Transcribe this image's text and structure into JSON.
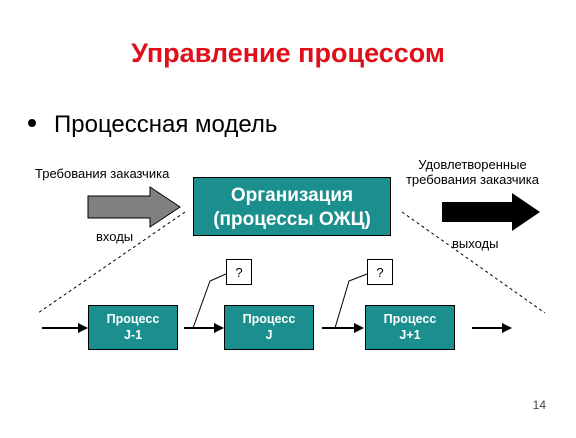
{
  "title": "Управление процессом",
  "bullet": "Процессная модель",
  "inputs": {
    "requirement": "Требования заказчика",
    "label": "входы"
  },
  "outputs": {
    "result_line1": "Удовлетворенные",
    "result_line2": "требования заказчика",
    "label": "выходы"
  },
  "organization": {
    "line1": "Организация",
    "line2": "(процессы ОЖЦ)"
  },
  "processes": [
    {
      "line1": "Процесс",
      "line2": "J-1"
    },
    {
      "line1": "Процесс",
      "line2": "J"
    },
    {
      "line1": "Процесс",
      "line2": "J+1"
    }
  ],
  "questions": [
    "?",
    "?"
  ],
  "page_number": "14",
  "colors": {
    "title": "#e0101a",
    "box_fill": "#1b8f8d",
    "input_arrow": "#808080",
    "output_arrow": "#000000"
  }
}
